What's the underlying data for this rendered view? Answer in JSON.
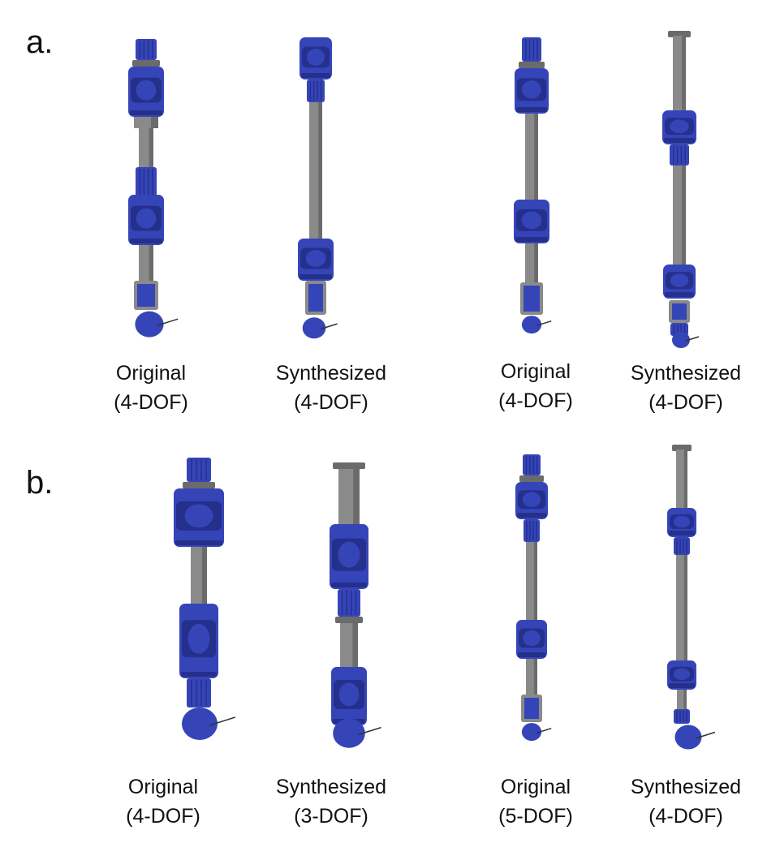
{
  "panels": [
    {
      "label": "a.",
      "figures": [
        {
          "title": "Original",
          "dof": "(4-DOF)"
        },
        {
          "title": "Synthesized",
          "dof": "(4-DOF)"
        },
        {
          "title": "Original",
          "dof": "(4-DOF)"
        },
        {
          "title": "Synthesized",
          "dof": "(4-DOF)"
        }
      ]
    },
    {
      "label": "b.",
      "figures": [
        {
          "title": "Original",
          "dof": "(4-DOF)"
        },
        {
          "title": "Synthesized",
          "dof": "(3-DOF)"
        },
        {
          "title": "Original",
          "dof": "(5-DOF)"
        },
        {
          "title": "Synthesized",
          "dof": "(4-DOF)"
        }
      ]
    }
  ],
  "colors": {
    "joint": "#3545b8",
    "joint_shade": "#25308c",
    "link": "#8a8a8a",
    "link_shade": "#6b6b6b",
    "text": "#111111"
  }
}
